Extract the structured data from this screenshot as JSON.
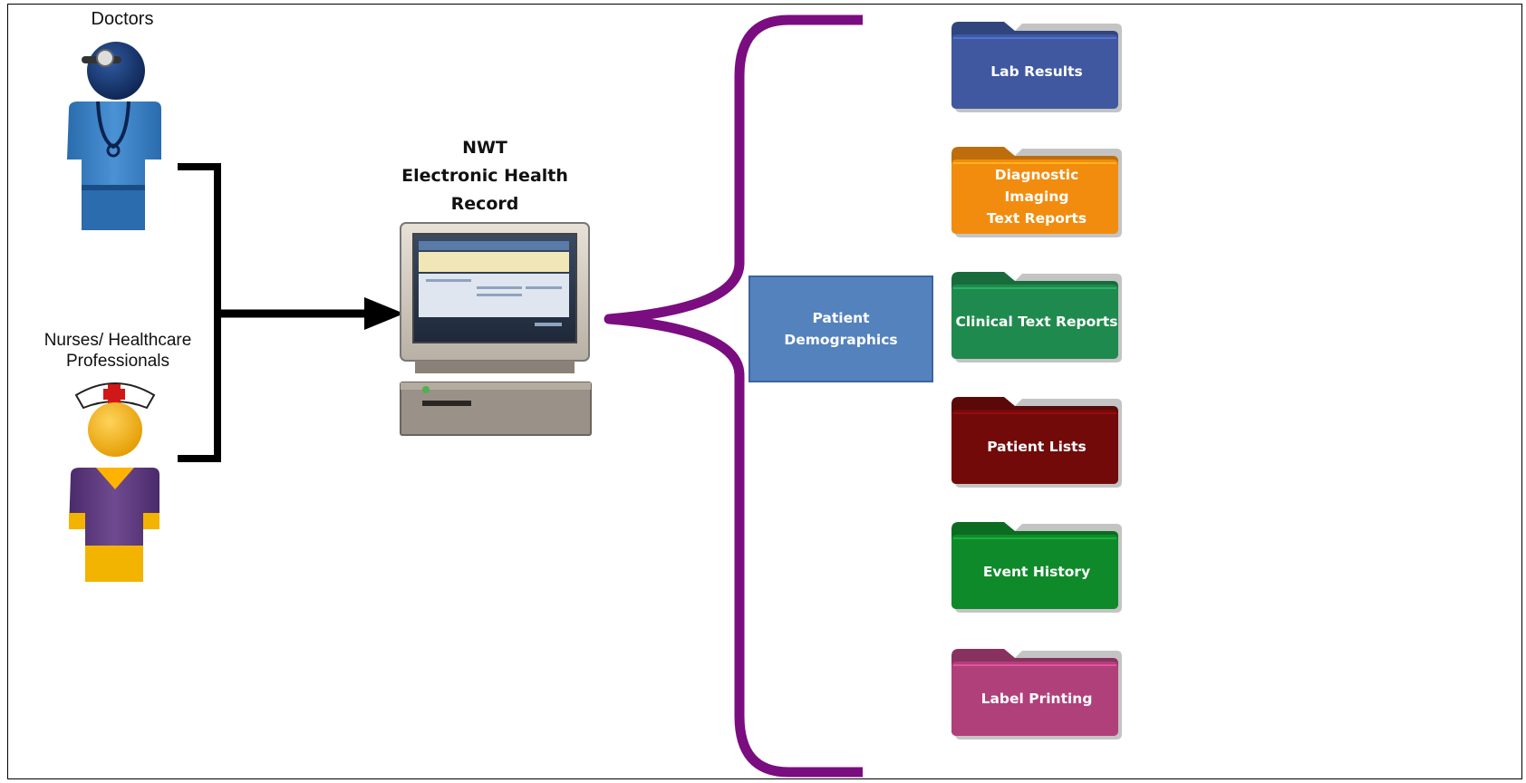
{
  "actors": {
    "doctors_label": "Doctors",
    "nurses_label": "Nurses/ Healthcare\nProfessionals"
  },
  "system": {
    "title": "NWT\nElectronic Health\nRecord"
  },
  "center_box": {
    "label": "Patient\nDemographics"
  },
  "folders": [
    {
      "label": "Lab Results",
      "color": "#3f58a0"
    },
    {
      "label": "Diagnostic\nImaging\nText Reports",
      "color": "#f28c0f"
    },
    {
      "label": "Clinical Text Reports",
      "color": "#1f8a4d"
    },
    {
      "label": "Patient Lists",
      "color": "#730a0a"
    },
    {
      "label": "Event History",
      "color": "#0f8a2a"
    },
    {
      "label": "Label Printing",
      "color": "#b0407a"
    }
  ],
  "colors": {
    "brace": "#7a0d7f",
    "connector": "#000000",
    "demographics_box": "#5482bc"
  }
}
